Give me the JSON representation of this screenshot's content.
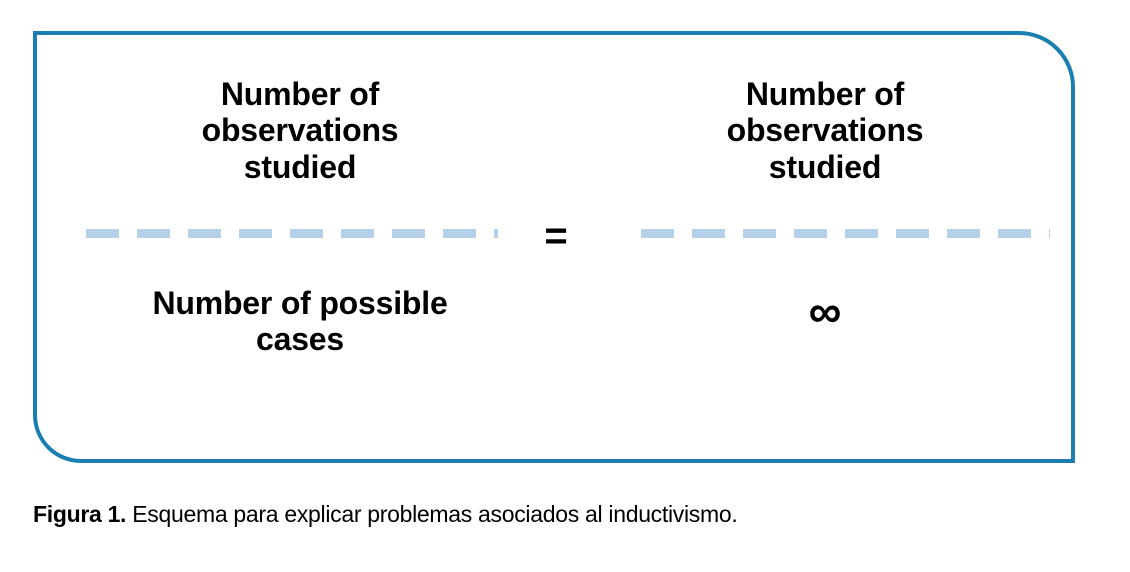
{
  "figure": {
    "border_color": "#1a7fb0",
    "rule_color": "#b6d0ea",
    "text_color": "#000000",
    "left_fraction": {
      "numerator_lines": [
        "Number of",
        "observations",
        "studied"
      ],
      "denominator_lines": [
        "Number of possible",
        "cases"
      ]
    },
    "operator": "=",
    "right_fraction": {
      "numerator_lines": [
        "Number of",
        "observations",
        "studied"
      ],
      "denominator_lines": [
        "∞"
      ]
    }
  },
  "caption": {
    "label": "Figura 1.",
    "text": " Esquema para explicar problemas asociados al inductivismo."
  }
}
